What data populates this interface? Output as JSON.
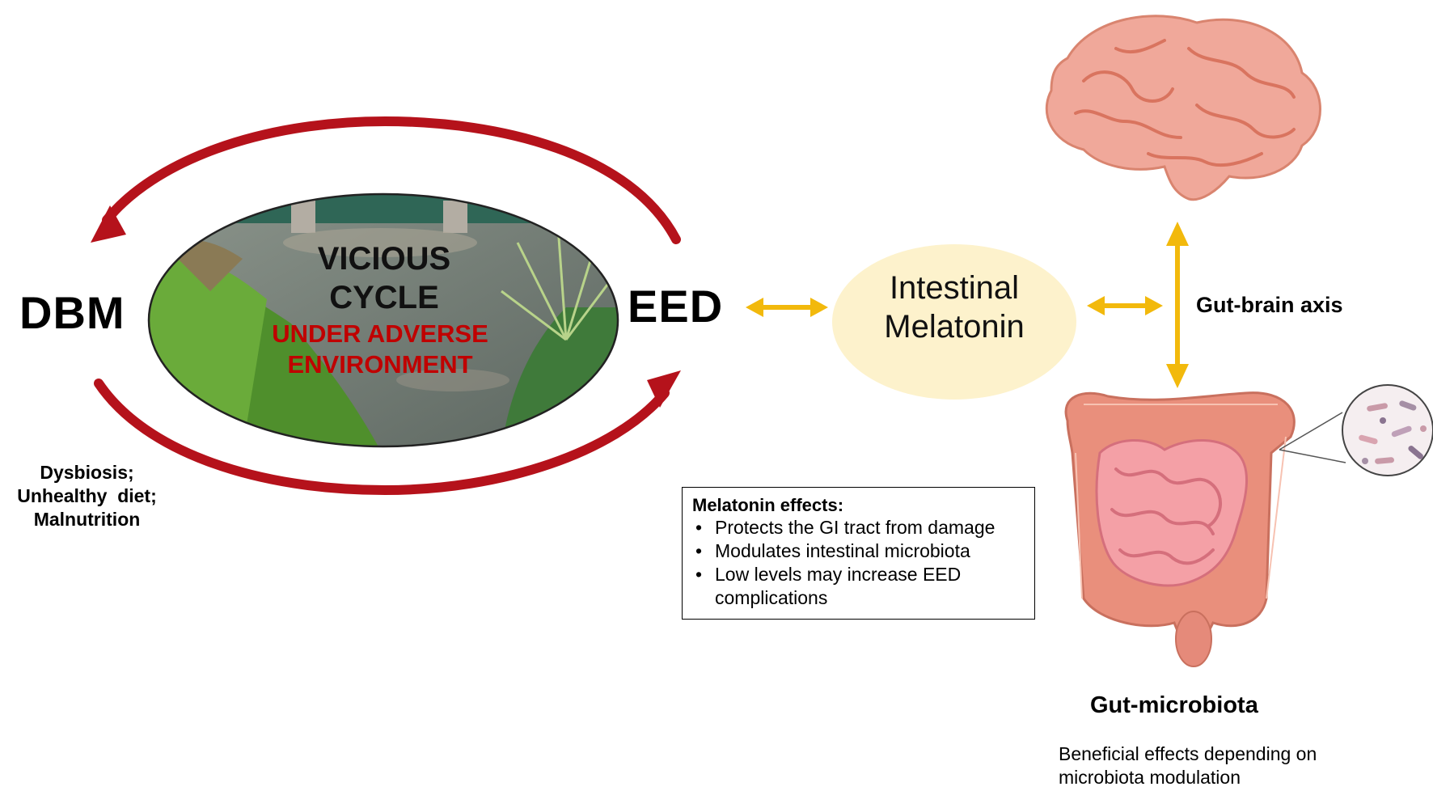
{
  "left": {
    "dbm": "DBM",
    "eed": "EED",
    "cycle_title": [
      "VICIOUS",
      "CYCLE"
    ],
    "cycle_subtitle": [
      "UNDER ADVERSE",
      "ENVIRONMENT"
    ],
    "risk_factors": [
      "Dysbiosis;",
      "Unhealthy  diet;",
      "Malnutrition"
    ]
  },
  "center": {
    "melatonin_label": [
      "Intestinal",
      "Melatonin"
    ]
  },
  "effects": {
    "title": "Melatonin effects:",
    "items": [
      "Protects the GI tract from damage",
      "Modulates intestinal microbiota",
      "Low levels may increase EED complications"
    ]
  },
  "right": {
    "axis_label": "Gut-brain axis",
    "gut_title": "Gut-microbiota",
    "gut_subtitle": "Beneficial effects depending on microbiota modulation"
  },
  "colors": {
    "cycle_arrow": "#b5121b",
    "subtitle_red": "#c00000",
    "axis_arrow": "#f2b90c",
    "melatonin_fill": "#fdf2cc",
    "brain": "#f0a89a",
    "gut": "#e98f7c"
  }
}
